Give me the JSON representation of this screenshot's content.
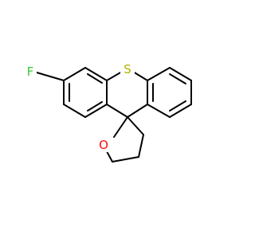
{
  "molecule": {
    "atoms": {
      "fluorine": {
        "symbol": "F",
        "color": "#33cc33"
      },
      "sulfur": {
        "symbol": "S",
        "color": "#b2b200"
      },
      "oxygen": {
        "symbol": "O",
        "color": "#ff0d0d"
      }
    },
    "bond_color": "#000000"
  }
}
